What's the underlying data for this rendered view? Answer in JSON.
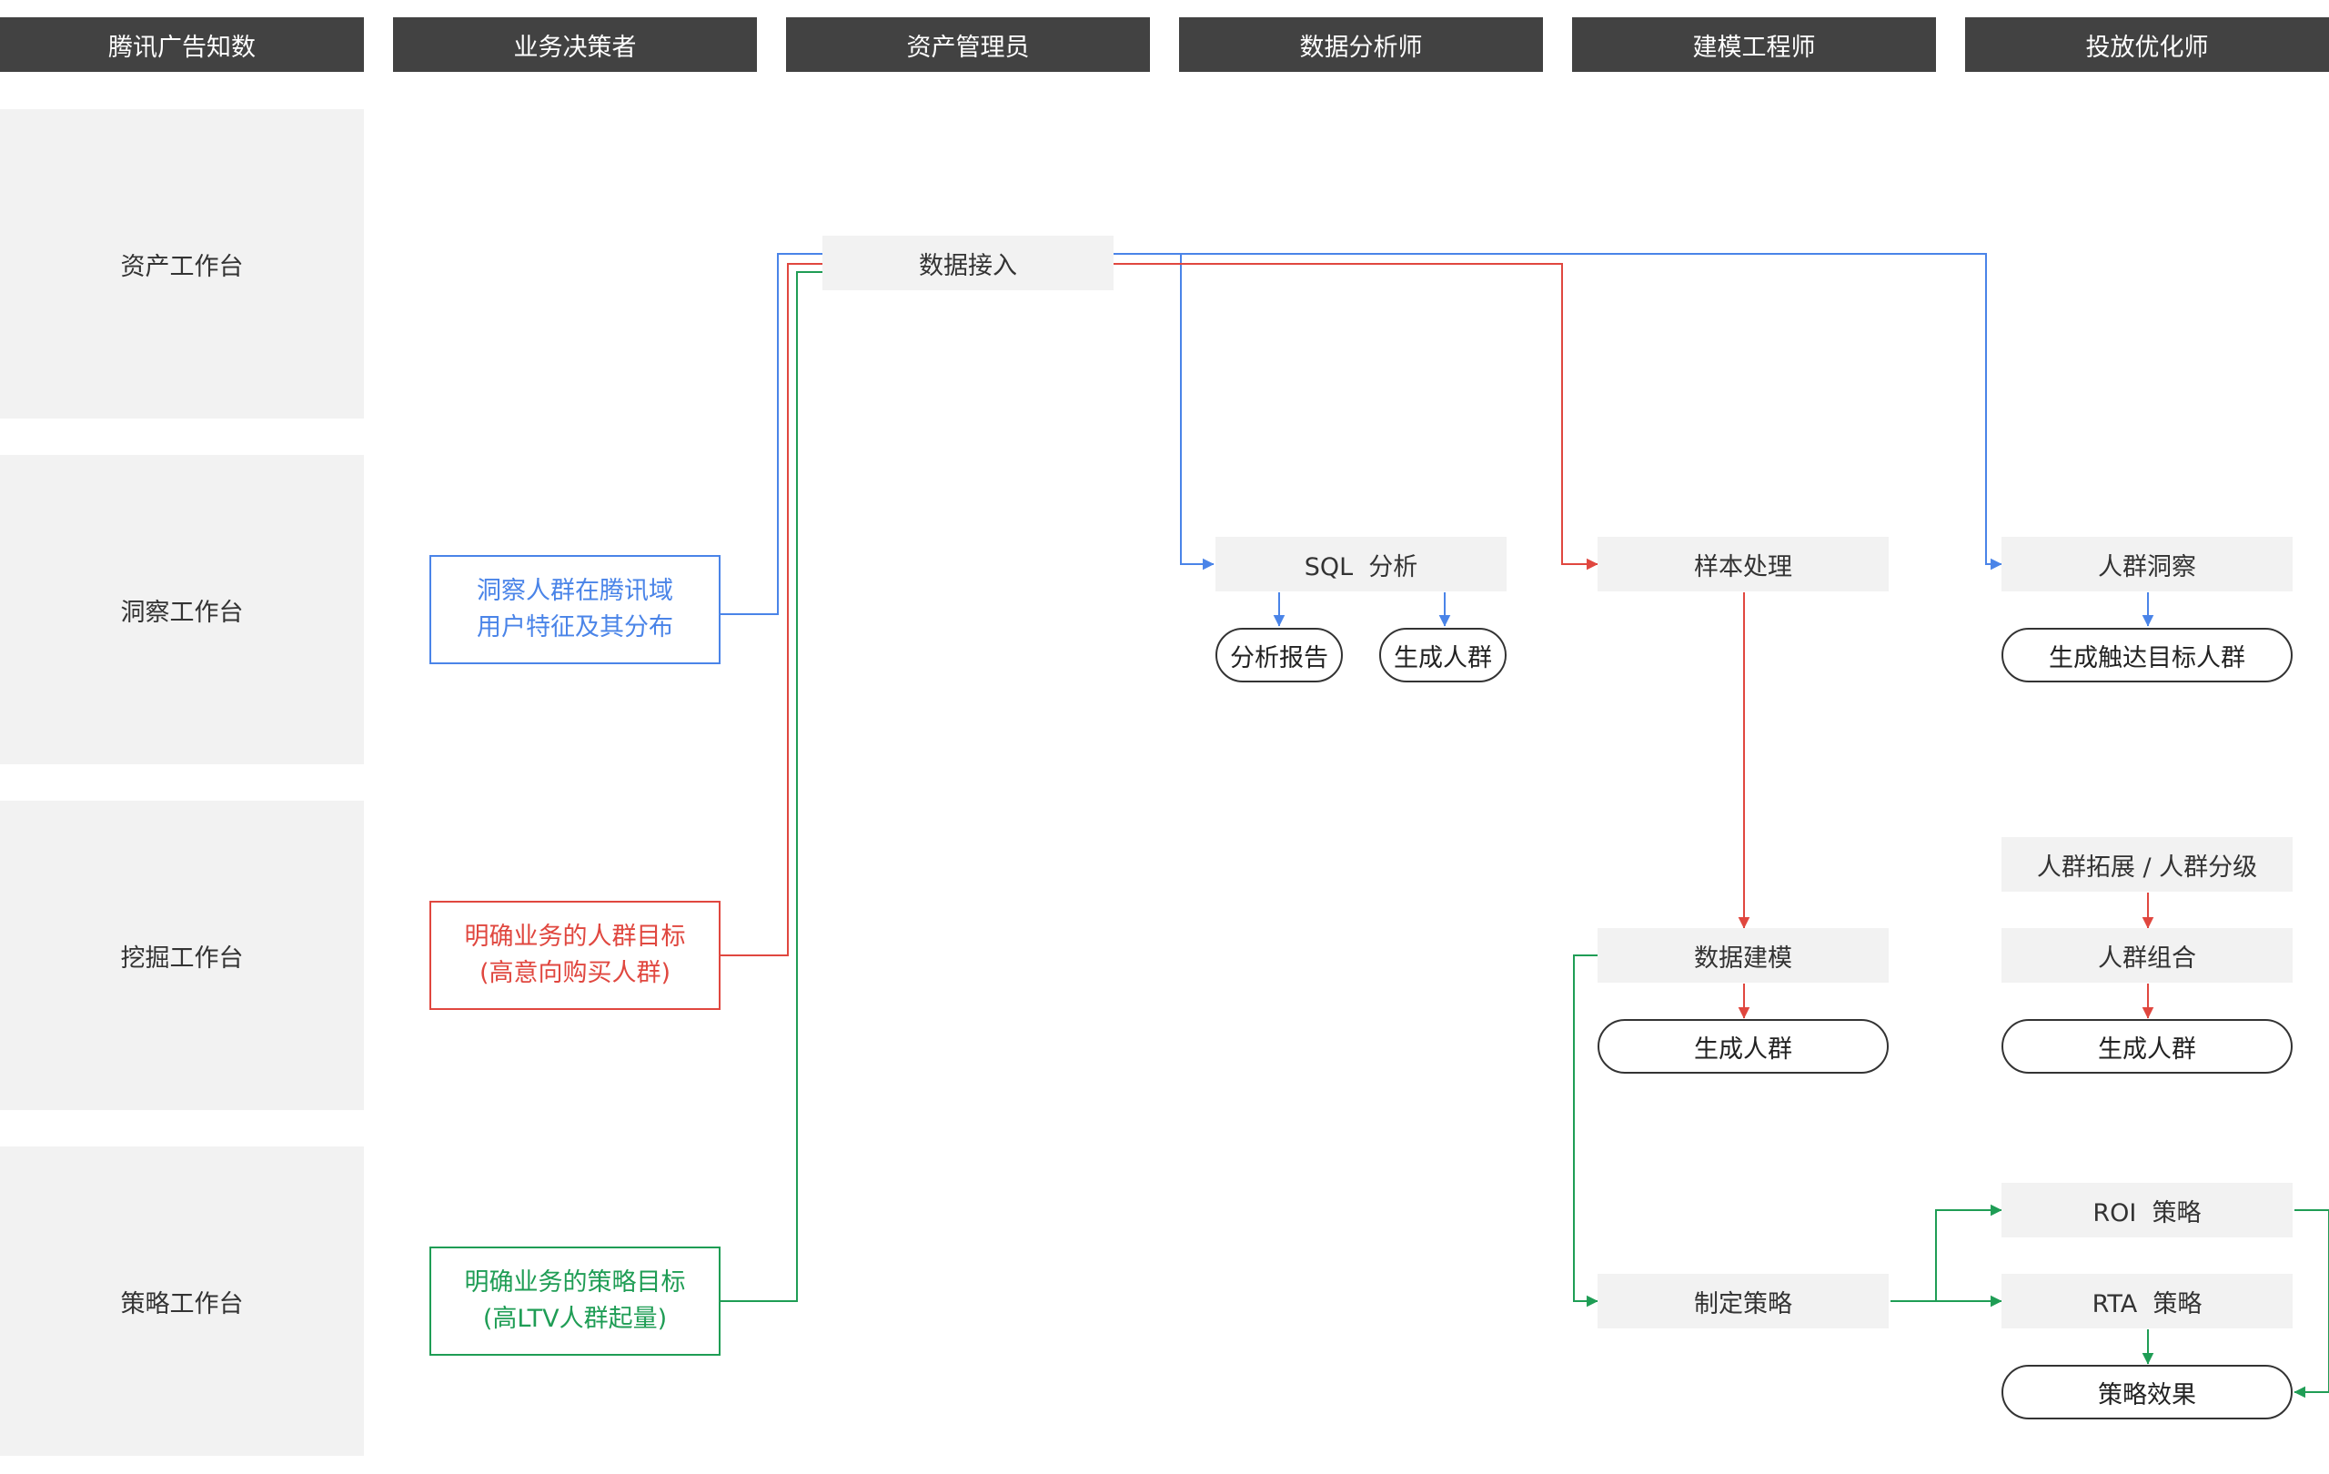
{
  "columns": [
    "腾讯广告知数",
    "业务决策者",
    "资产管理员",
    "数据分析师",
    "建模工程师",
    "投放优化师"
  ],
  "rows": [
    "资产工作台",
    "洞察工作台",
    "挖掘工作台",
    "策略工作台"
  ],
  "goals": {
    "insight": [
      "洞察人群在腾讯域",
      "用户特征及其分布"
    ],
    "mining": [
      "明确业务的人群目标",
      "(高意向购买人群)"
    ],
    "strategy": [
      "明确业务的策略目标",
      "(高LTV人群起量)"
    ]
  },
  "nodes": {
    "data_ingest": "数据接入",
    "sql_analysis": "SQL  分析",
    "analysis_report": "分析报告",
    "generate_audience_analyst": "生成人群",
    "sample_processing": "样本处理",
    "data_modeling": "数据建模",
    "generate_audience_modeler": "生成人群",
    "make_strategy": "制定策略",
    "audience_insight": "人群洞察",
    "generate_reach_audience": "生成触达目标人群",
    "audience_expand": "人群拓展 / 人群分级",
    "audience_combo": "人群组合",
    "generate_audience_optimizer": "生成人群",
    "roi_strategy": "ROI  策略",
    "rta_strategy": "RTA  策略",
    "strategy_effect": "策略效果"
  },
  "colors": {
    "header_bg": "#424242",
    "panel_bg": "#f2f2f2",
    "blue": "#4a84e8",
    "red": "#e0473f",
    "green": "#1f9d55",
    "dark_arrow": "#333333"
  }
}
